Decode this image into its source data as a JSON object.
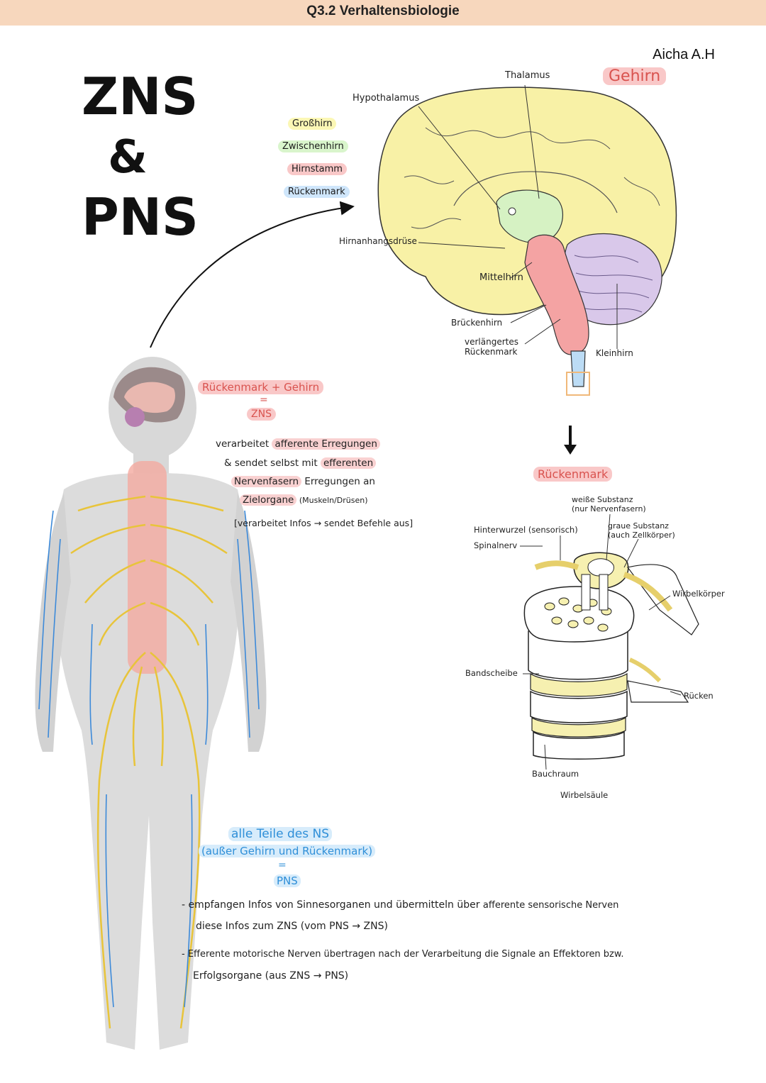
{
  "header": {
    "title": "Q3.2 Verhaltensbiologie"
  },
  "author": "Aicha A.H",
  "main_title": {
    "line1": "ZNS",
    "line2": "&",
    "line3": "PNS"
  },
  "brain": {
    "heading": "Gehirn",
    "legend": [
      "Großhirn",
      "Zwischenhirn",
      "Hirnstamm",
      "Rückenmark"
    ],
    "labels": {
      "thalamus": "Thalamus",
      "hypothalamus": "Hypothalamus",
      "hypophyse": "Hirnanhangsdrüse",
      "mittelhirn": "Mittelhirn",
      "bruecke": "Brückenhirn",
      "verlaengert": [
        "verlängertes",
        "Rückenmark"
      ],
      "kleinhirn": "Kleinhirn"
    },
    "colors": {
      "grosshirn": "#f8f1a6",
      "zwischenhirn": "#d6f2c3",
      "hirnstamm": "#f4a3a3",
      "rueckenmark": "#bcdcf5",
      "kleinhirn": "#d9c8ea"
    }
  },
  "zns": {
    "equation": "Rückenmark + Gehirn",
    "equals": "=",
    "name": "ZNS",
    "description": [
      {
        "text": "verarbeitet ",
        "hl": "afferente Erregungen"
      },
      {
        "text": "& sendet selbst mit ",
        "hl": "efferenten"
      },
      {
        "text": " Erregungen an",
        "hl_before": "Nervenfasern"
      },
      {
        "text": " (Muskeln/Drüsen)",
        "hl_before": "Zielorgane"
      },
      {
        "text": "[verarbeitet Infos → sendet Befehle aus]"
      }
    ]
  },
  "spinal": {
    "heading": "Rückenmark",
    "labels": {
      "weisse": [
        "weiße Substanz",
        "(nur Nervenfasern)"
      ],
      "graue": [
        "graue Substanz",
        "(auch Zellkörper)"
      ],
      "hinterwurzel": "Hinterwurzel (sensorisch)",
      "spinalnerv": "Spinalnerv",
      "wirbelkoerper": "Wirbelkörper",
      "bandscheibe": "Bandscheibe",
      "ruecken": "Rücken",
      "bauchraum": "Bauchraum",
      "wirbelsaeule": "Wirbelsäule"
    }
  },
  "pns": {
    "line1": "alle Teile des NS",
    "line2": "(außer Gehirn und Rückenmark)",
    "equals": "=",
    "name": "PNS",
    "bullets": [
      {
        "a": "- empfangen Infos von Sinnesorganen und übermitteln über ",
        "b": "afferente sensorische Nerven",
        "c": "diese Infos zum ZNS (vom PNS → ZNS)"
      },
      {
        "a": "- Efferente motorische Nerven übertragen nach der Verarbeitung die Signale an Effektoren bzw.",
        "c": "Erfolgsorgane (aus ZNS → PNS)"
      }
    ]
  }
}
